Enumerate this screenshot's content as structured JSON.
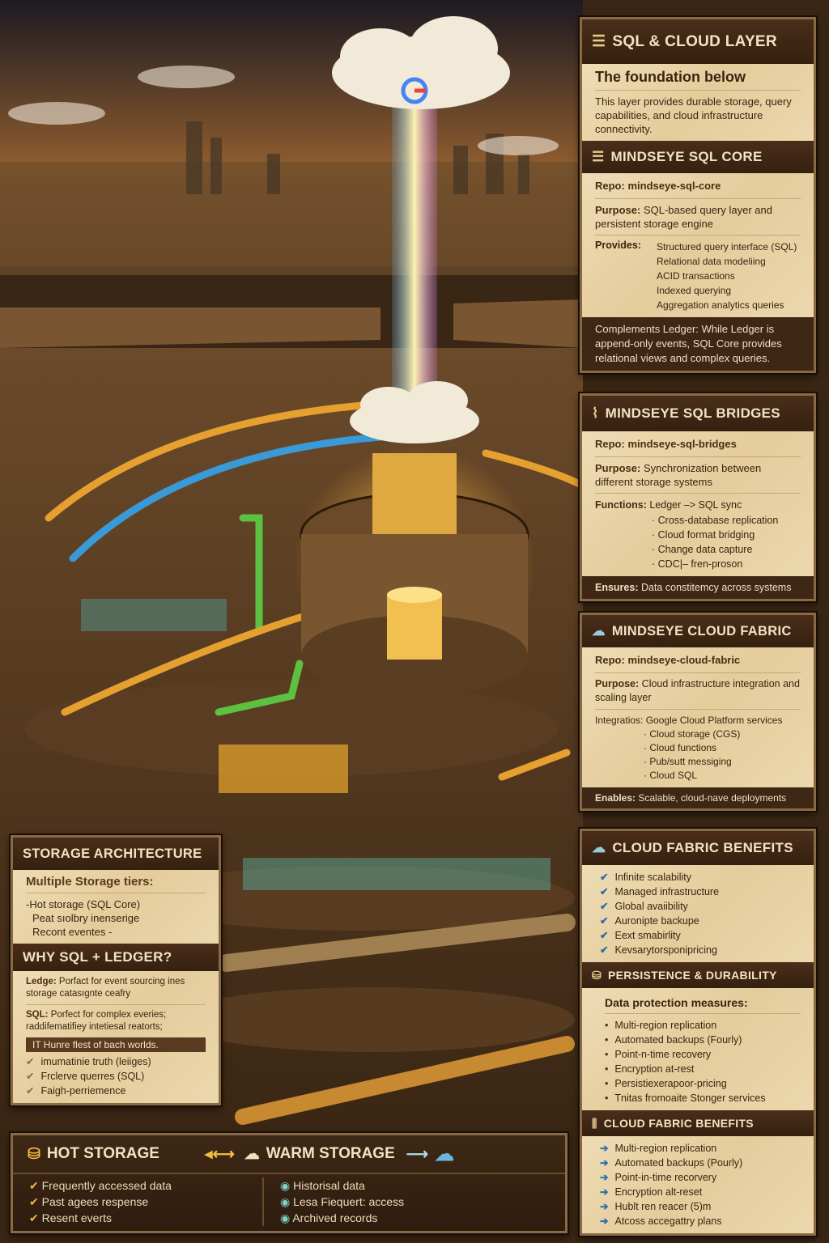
{
  "sql_cloud_layer": {
    "title": "SQL & CLOUD LAYER",
    "subtitle": "The foundation below",
    "description": "This layer provides durable storage, query capabilities, and cloud infrastructure connectivity."
  },
  "sql_core": {
    "title": "MINDSEYE SQL CORE",
    "repo_label": "Repo:",
    "repo": "mindseye-sql-core",
    "purpose_label": "Purpose:",
    "purpose": "SQL-based query layer and persistent storage engine",
    "provides_label": "Provides:",
    "provides": [
      "Structured query interface (SQL)",
      "Relational data modeliing",
      "ACID transactions",
      "Indexed querying",
      "Aggregation analytics queries"
    ],
    "footer": "Complements Ledger: While Ledger is append-only events, SQL Core provides relational views and complex queries."
  },
  "sql_bridges": {
    "title": "MINDSEYE SQL BRIDGES",
    "repo_label": "Repo:",
    "repo": "mindseye-sql-bridges",
    "purpose_label": "Purpose:",
    "purpose": "Synchronization between different storage systems",
    "functions_label": "Functions:",
    "functions_first": "Ledger –> SQL sync",
    "functions": [
      "Cross-database replication",
      "Cloud format bridging",
      "Change data capture",
      "CDC|– fren-proson"
    ],
    "footer_label": "Ensures:",
    "footer": "Data constitemcy across systems"
  },
  "cloud_fabric": {
    "title": "MINDSEYE CLOUD FABRIC",
    "repo_label": "Repo:",
    "repo": "mindseye-cloud-fabric",
    "purpose_label": "Purpose:",
    "purpose": "Cloud infrastructure integration and scaling layer",
    "integrations_label": "Integratios:",
    "integrations_first": "Google Cloud Platform services",
    "integrations": [
      "Cloud storage (CGS)",
      "Cloud functions",
      "Pub/sutt messiging",
      "Cloud SQL"
    ],
    "footer_label": "Enables:",
    "footer": "Scalable, cloud-nave deployments"
  },
  "benefits": {
    "title": "CLOUD FABRIC BENEFITS",
    "items": [
      "Infinite scalability",
      "Managed infrastructure",
      "Global avaiibility",
      "Auronipte backupe",
      "Eext smabirlity",
      "Kevsarytorsponipricing"
    ]
  },
  "persistence": {
    "title": "PERSISTENCE & DURABILITY",
    "subtitle": "Data protection measures:",
    "items": [
      "Multi-region replication",
      "Automated backups (Fourly)",
      "Point-n-time recovery",
      "Encryption at-rest",
      "Persistiexerapoor-pricing",
      "Tnitas fromoaite Stonger services"
    ]
  },
  "benefits2": {
    "title": "CLOUD FABRIC BENEFITS",
    "items": [
      "Multi-region replication",
      "Automated backups (Pourly)",
      "Point-in-time recorvery",
      "Encryption alt-reset",
      "Hublt ren reacer (5)m",
      "Atcoss accegattry plans"
    ]
  },
  "storage_architecture": {
    "title": "STORAGE ARCHITECTURE",
    "subtitle": "Multiple Storage tiers:",
    "tiers": [
      "-Hot storage (SQL Core)",
      "Peat sıolbry inenserige",
      "Recont eventes -"
    ],
    "why_title": "WHY SQL + LEDGER?",
    "ledger_label": "Ledge:",
    "ledger": "Porfact for event sourcing ines storage catasıgnte ceafry",
    "sql_label": "SQL:",
    "sql": "Porfect for complex everies; raddifematifiey intetiesal reatorts;",
    "banner": "IT Hunre flest of bach worlds.",
    "points": [
      "imumatinie truth (leiiges)",
      "Frclerve querres (SQL)",
      "Faigh-perriemence"
    ]
  },
  "tiers_bar": {
    "hot_title": "HOT STORAGE",
    "hot_items": [
      "Frequently accessed data",
      "Past agees respense",
      "Resent everts"
    ],
    "warm_title": "WARM STORAGE",
    "warm_items": [
      "Historisal data",
      "Lesa Fiequert: access",
      "Archived records"
    ]
  },
  "colors": {
    "parchment": "#e9d5a8",
    "header": "#3f2715",
    "gold": "#f2b640",
    "blue": "#4aa8d8"
  }
}
